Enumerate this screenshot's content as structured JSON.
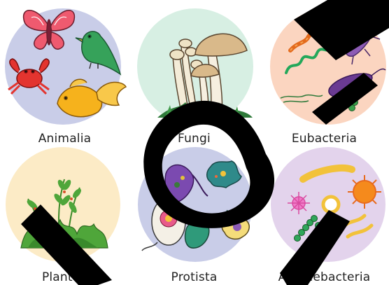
{
  "kingdoms": [
    {
      "label": "Animalia",
      "bg": "#c9cde8"
    },
    {
      "label": "Fungi",
      "bg": "#d7efe3"
    },
    {
      "label": "Eubacteria",
      "bg": "#fbd5c0"
    },
    {
      "label": "Plantae",
      "bg": "#fcebc6"
    },
    {
      "label": "Protista",
      "bg": "#c9cde8"
    },
    {
      "label": "Archaebacteria",
      "bg": "#e3d3ec"
    }
  ],
  "icons": [
    "butterfly-icon",
    "bird-icon",
    "crab-icon",
    "goldfish-icon",
    "mushroom-icon",
    "bacteria-icon",
    "plant-icon",
    "protist-icon",
    "archaea-icon"
  ]
}
